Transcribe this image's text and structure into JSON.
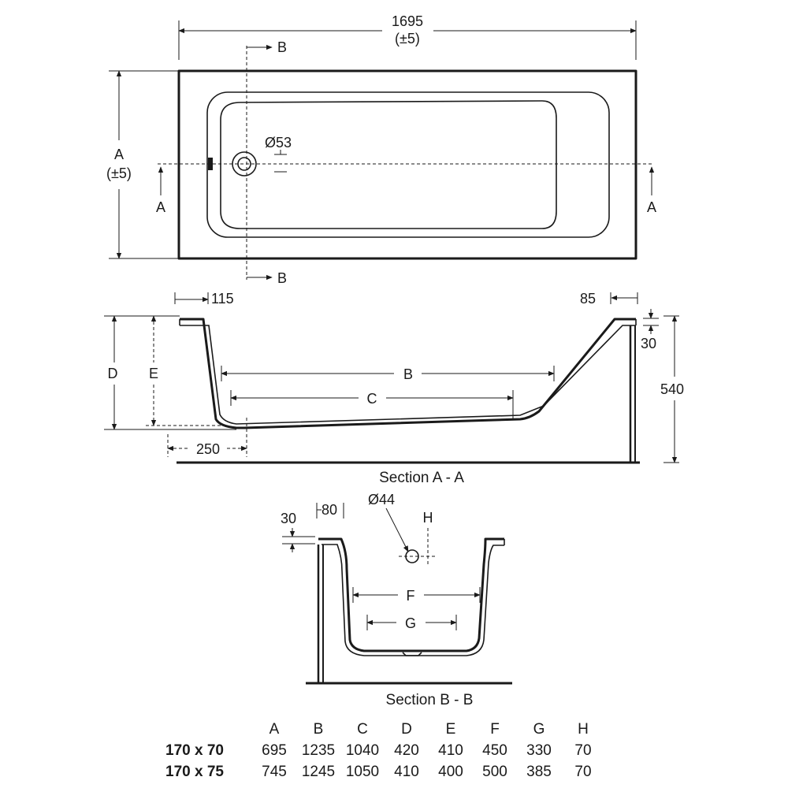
{
  "plan": {
    "length": "1695",
    "length_tol": "(±5)",
    "width_label": "A",
    "width_tol": "(±5)",
    "waste_dia": "Ø53",
    "section_a": "A",
    "section_b": "B"
  },
  "section_aa": {
    "caption": "Section A - A",
    "d115": "115",
    "d85": "85",
    "d30": "30",
    "d540": "540",
    "d250": "250",
    "D": "D",
    "E": "E",
    "B": "B",
    "C": "C"
  },
  "section_bb": {
    "caption": "Section B - B",
    "d30": "30",
    "d80": "80",
    "dia44": "Ø44",
    "H": "H",
    "F": "F",
    "G": "G"
  },
  "table": {
    "headers": [
      "A",
      "B",
      "C",
      "D",
      "E",
      "F",
      "G",
      "H"
    ],
    "rows": [
      {
        "label": "170 x 70",
        "values": [
          "695",
          "1235",
          "1040",
          "420",
          "410",
          "450",
          "330",
          "70"
        ]
      },
      {
        "label": "170 x 75",
        "values": [
          "745",
          "1245",
          "1050",
          "410",
          "400",
          "500",
          "385",
          "70"
        ]
      }
    ]
  }
}
